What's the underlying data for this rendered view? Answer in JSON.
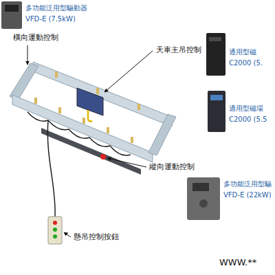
{
  "diagram": {
    "labels": [
      "多功能泛用型驅動器",
      "VFD-E (7.5kW)",
      "橫向運動控制",
      "天車主吊控制",
      "通用型磁",
      "C2000 (5.",
      "適用型磁場",
      "C2000 (5.5",
      "縱向運動控制",
      "多功能泛用型驅",
      "VFD-E (22kW)",
      "懸吊控制按鈕",
      "WWW.**"
    ]
  }
}
